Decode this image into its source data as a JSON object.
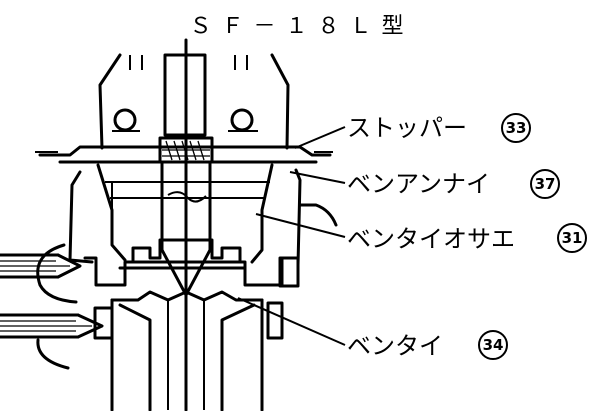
{
  "title": "ＳＦ－１８Ｌ型",
  "callouts": [
    {
      "label": "ストッパー",
      "number": "33"
    },
    {
      "label": "ベンアンナイ",
      "number": "37"
    },
    {
      "label": "ベンタイオサエ",
      "number": "31"
    },
    {
      "label": "ベンタイ",
      "number": "34"
    }
  ]
}
